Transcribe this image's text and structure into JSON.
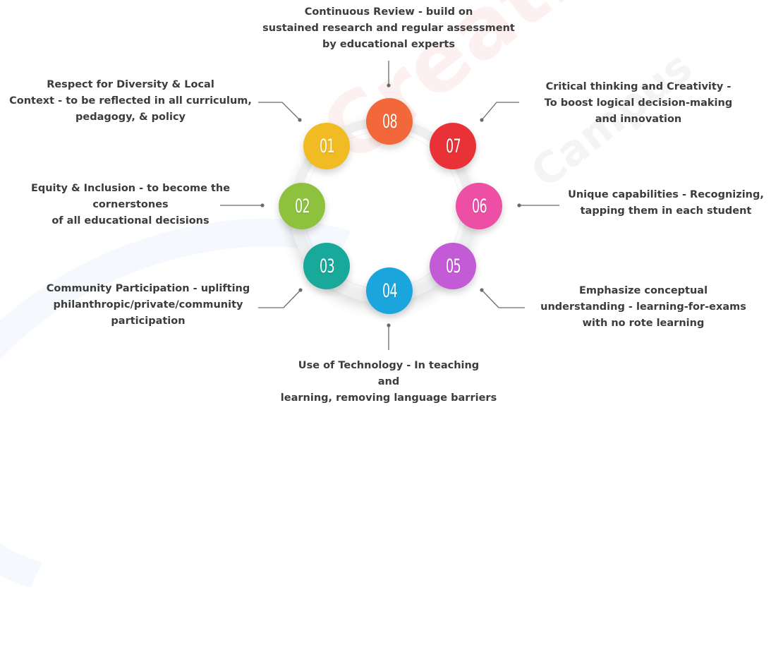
{
  "watermark": {
    "brand": "Creatrix",
    "sub": "Campus"
  },
  "colors": {
    "n01": "#f1bb24",
    "n02": "#8dc13e",
    "n03": "#18a99a",
    "n04": "#1aa6dd",
    "n05": "#c45bd6",
    "n06": "#ec4fa4",
    "n07": "#e83238",
    "n08": "#f2683b",
    "ring": "#eceeef",
    "text": "#3c3c3c",
    "line": "#6b6b6b"
  },
  "nodes": [
    {
      "num": "01",
      "lines": [
        "Respect for Diversity & Local",
        "Context - to be reflected in all curriculum,",
        "pedagogy, & policy"
      ]
    },
    {
      "num": "02",
      "lines": [
        "Equity & Inclusion - to become the",
        "cornerstones",
        "of all educational decisions"
      ]
    },
    {
      "num": "03",
      "lines": [
        "Community Participation - uplifting",
        "philanthropic/private/community",
        "participation"
      ]
    },
    {
      "num": "04",
      "lines": [
        "Use of Technology - In teaching",
        "and",
        "learning, removing language barriers"
      ]
    },
    {
      "num": "05",
      "lines": [
        "Emphasize conceptual",
        "understanding - learning-for-exams",
        "with no rote learning"
      ]
    },
    {
      "num": "06",
      "lines": [
        "Unique capabilities - Recognizing,",
        "tapping them in each student"
      ]
    },
    {
      "num": "07",
      "lines": [
        "Critical thinking and Creativity -",
        "To boost logical decision-making",
        "and innovation"
      ]
    },
    {
      "num": "08",
      "lines": [
        "Continuous Review - build on",
        "sustained research and regular assessment",
        "by educational experts"
      ]
    }
  ]
}
